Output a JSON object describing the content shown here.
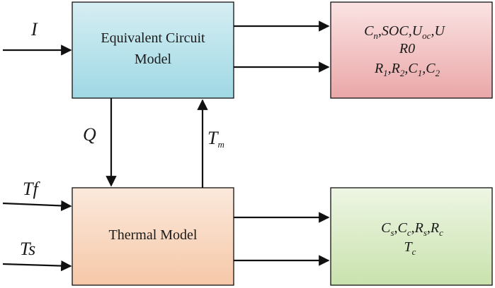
{
  "diagram": {
    "blocks": {
      "ecm": {
        "line1": "Equivalent Circuit",
        "line2": "Model"
      },
      "thermal": {
        "label": "Thermal Model"
      },
      "ecm_outputs": {
        "line1": {
          "parts": [
            [
              "C",
              "n"
            ],
            [
              ",SOC,",
              ""
            ],
            [
              "U",
              "oc"
            ],
            [
              ",U",
              ""
            ]
          ]
        },
        "line2": {
          "parts": [
            [
              "R0",
              ""
            ]
          ]
        },
        "line3": {
          "parts": [
            [
              "R",
              "1"
            ],
            [
              ",",
              ""
            ],
            [
              "R",
              "2"
            ],
            [
              ",",
              ""
            ],
            [
              "C",
              "1"
            ],
            [
              ",",
              ""
            ],
            [
              "C",
              "2"
            ]
          ]
        }
      },
      "thermal_outputs": {
        "line1": {
          "parts": [
            [
              "C",
              "s"
            ],
            [
              ",",
              ""
            ],
            [
              "C",
              "c"
            ],
            [
              ",",
              ""
            ],
            [
              "R",
              "s"
            ],
            [
              ",",
              ""
            ],
            [
              "R",
              "c"
            ]
          ]
        },
        "line2": {
          "parts": [
            [
              "T",
              "c"
            ]
          ]
        }
      }
    },
    "signals": {
      "input_current": "I",
      "heat": "Q",
      "temp_m": {
        "base": "T",
        "sub": "m"
      },
      "temp_f": "Tf",
      "temp_s": "Ts"
    },
    "colors": {
      "ecm_fill_top": "#d6eef3",
      "ecm_fill_bottom": "#9fd8e4",
      "thermal_fill_top": "#fbe9dc",
      "thermal_fill_bottom": "#f6c8a8",
      "ecm_out_fill_top": "#fbe3e3",
      "ecm_out_fill_bottom": "#eaa7a8",
      "thermal_out_fill_top": "#eef6e4",
      "thermal_out_fill_bottom": "#c9e2ad",
      "stroke": "#111111"
    }
  }
}
